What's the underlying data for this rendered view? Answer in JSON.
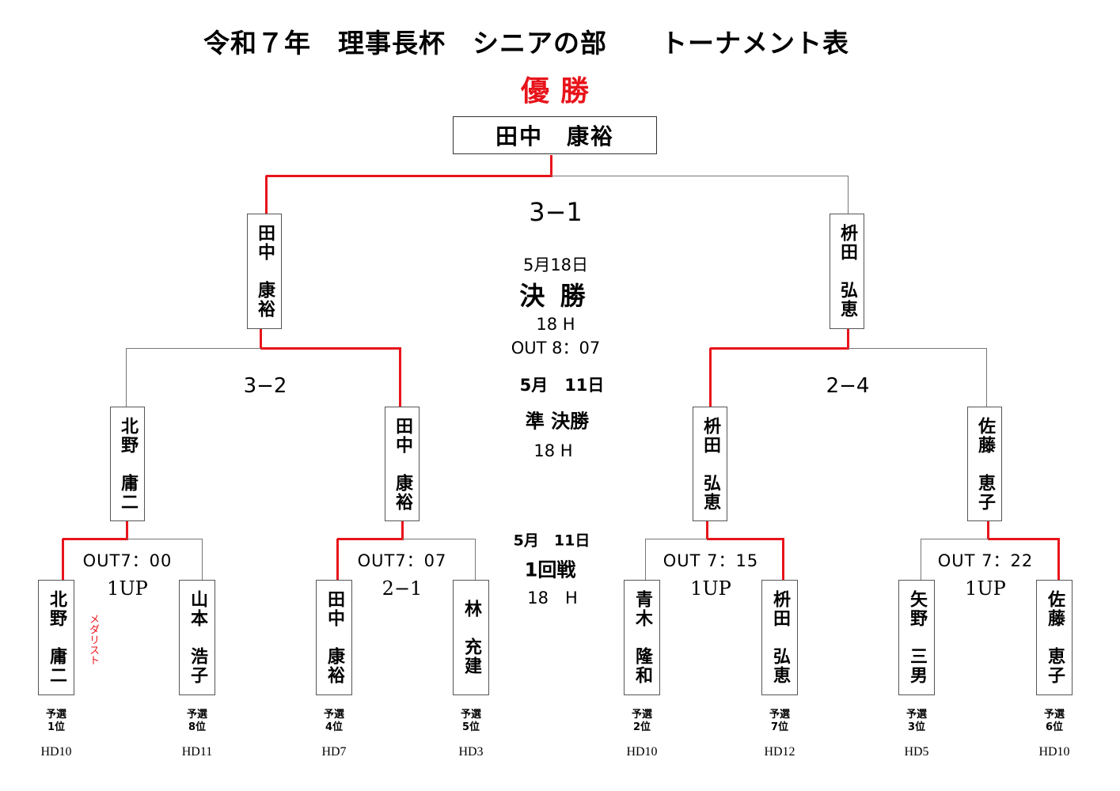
{
  "title": "令和７年　理事長杯　シニアの部　　トーナメント表",
  "winner_label": "優勝",
  "champion": "田中　康裕",
  "final": {
    "score": "3−1",
    "date": "5月18日",
    "round": "決 勝",
    "holes": "18 H",
    "tee": "OUT 8：07",
    "players": [
      "田中　康裕",
      "枡田　弘恵"
    ]
  },
  "semifinal": {
    "date": "5月　11日",
    "round": "準 決勝",
    "holes": "18 H",
    "scores": [
      "3−2",
      "2−4"
    ],
    "players": [
      "北野　庸二",
      "田中　康裕",
      "枡田　弘恵",
      "佐藤　恵子"
    ]
  },
  "round1": {
    "date": "5月　11日",
    "round": "1回戦",
    "holes": "18　H",
    "matches": [
      {
        "tee": "OUT7：00",
        "result": "1UP"
      },
      {
        "tee": "OUT7：07",
        "result": "2−1"
      },
      {
        "tee": "OUT 7：15",
        "result": "1UP"
      },
      {
        "tee": "OUT 7：22",
        "result": "1UP"
      }
    ],
    "players": [
      {
        "name": "北野　庸二",
        "rank1": "予選",
        "rank2": "1位",
        "hd": "HD10"
      },
      {
        "name": "山本　浩子",
        "rank1": "予選",
        "rank2": "8位",
        "hd": "HD11"
      },
      {
        "name": "田中　康裕",
        "rank1": "予選",
        "rank2": "4位",
        "hd": "HD7"
      },
      {
        "name": "林　充建",
        "rank1": "予選",
        "rank2": "5位",
        "hd": "HD3"
      },
      {
        "name": "青木　隆和",
        "rank1": "予選",
        "rank2": "2位",
        "hd": "HD10"
      },
      {
        "name": "枡田　弘恵",
        "rank1": "予選",
        "rank2": "7位",
        "hd": "HD12"
      },
      {
        "name": "矢野　三男",
        "rank1": "予選",
        "rank2": "3位",
        "hd": "HD5"
      },
      {
        "name": "佐藤　恵子",
        "rank1": "予選",
        "rank2": "6位",
        "hd": "HD10"
      }
    ]
  },
  "medalist_note": "メダリスト",
  "colors": {
    "winner_line": "#e8141b",
    "line": "#777777"
  }
}
